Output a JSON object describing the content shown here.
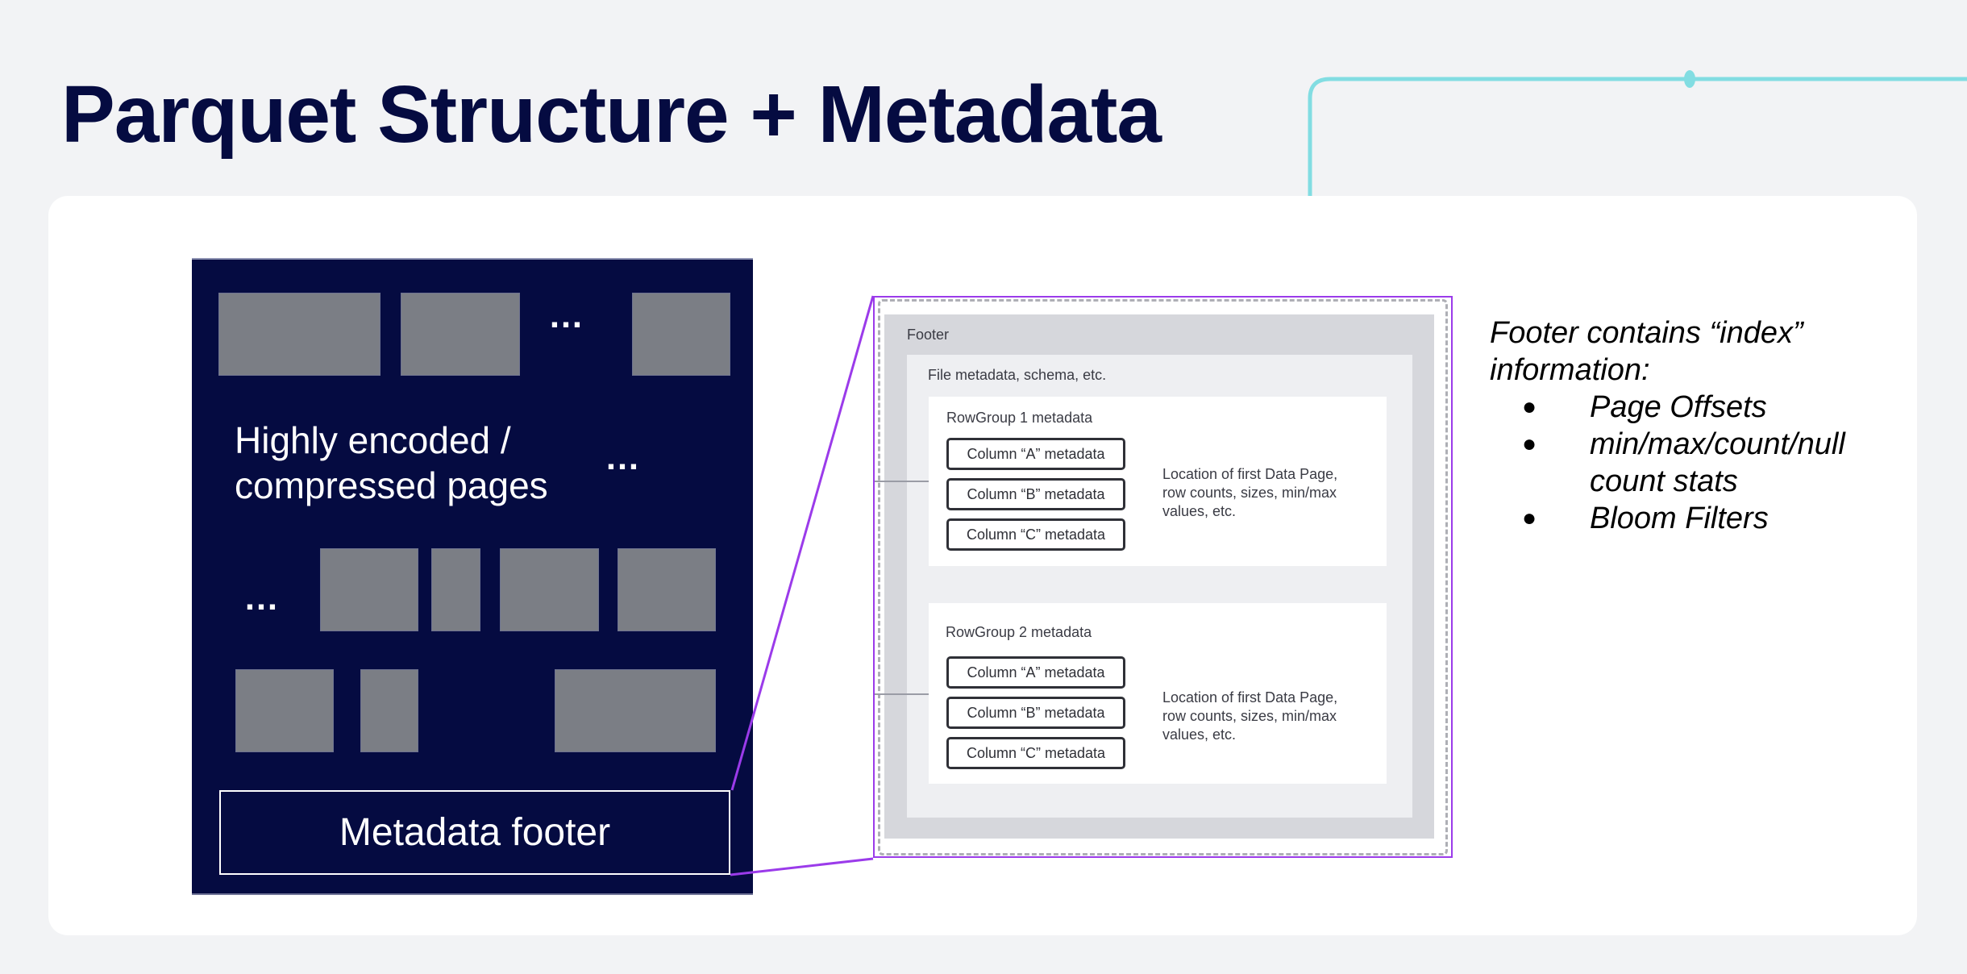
{
  "title": "Parquet Structure + Metadata",
  "colors": {
    "title": "#050b41",
    "panel": "#050b41",
    "page_block": "#7b7e85",
    "accent_teal": "#82dde2",
    "highlight_purple": "#9b3bea"
  },
  "file_panel": {
    "ellipsis": "…",
    "label_line1": "Highly encoded /",
    "label_line2": "compressed pages",
    "footer_label": "Metadata footer"
  },
  "footer_detail": {
    "footer_label": "Footer",
    "file_label": "File metadata, schema, etc.",
    "row_groups": [
      {
        "label": "RowGroup 1 metadata",
        "columns": [
          "Column “A” metadata",
          "Column “B” metadata",
          "Column “C” metadata"
        ],
        "description": "Location of first Data Page, row counts, sizes, min/max values, etc."
      },
      {
        "label": "RowGroup 2 metadata",
        "columns": [
          "Column “A” metadata",
          "Column “B” metadata",
          "Column “C” metadata"
        ],
        "description": "Location of first Data Page, row counts, sizes, min/max values, etc."
      }
    ]
  },
  "notes": {
    "heading": "Footer contains “index” information:",
    "bullet_glyph": "●",
    "items": [
      "Page Offsets",
      "min/max/count/null count stats",
      "Bloom Filters"
    ]
  }
}
